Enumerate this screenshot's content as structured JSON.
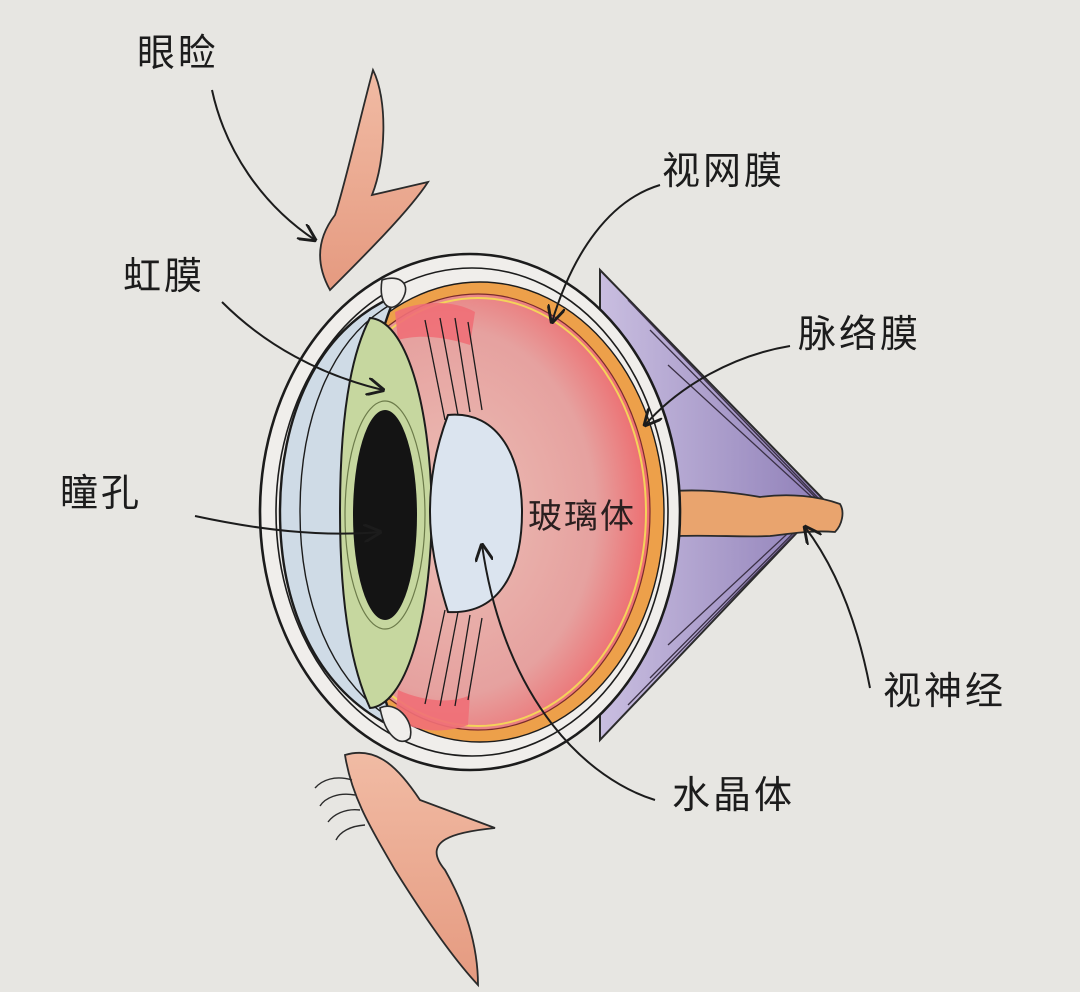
{
  "labels": {
    "eyelid": "眼睑",
    "iris": "虹膜",
    "pupil": "瞳孔",
    "retina": "视网膜",
    "choroid": "脉络膜",
    "vitreous": "玻璃体",
    "optic_nerve": "视神经",
    "lens": "水晶体"
  },
  "colors": {
    "paper": "#e7e6e2",
    "ink": "#1c1c1c",
    "sclera_fill": "#f0eeeb",
    "cornea_fill": "#cfdbe6",
    "iris_fill": "#c6d79f",
    "pupil_fill": "#141414",
    "lens_fill": "#dbe4ef",
    "vitreous_fill": "#e7aaa5",
    "choroid_band": "#eda04a",
    "retina_glow": "#ee5a5e",
    "optic_nerve": "#e9a46e",
    "muscle": "#a79ac6",
    "eyelid": "#e8a88f"
  }
}
